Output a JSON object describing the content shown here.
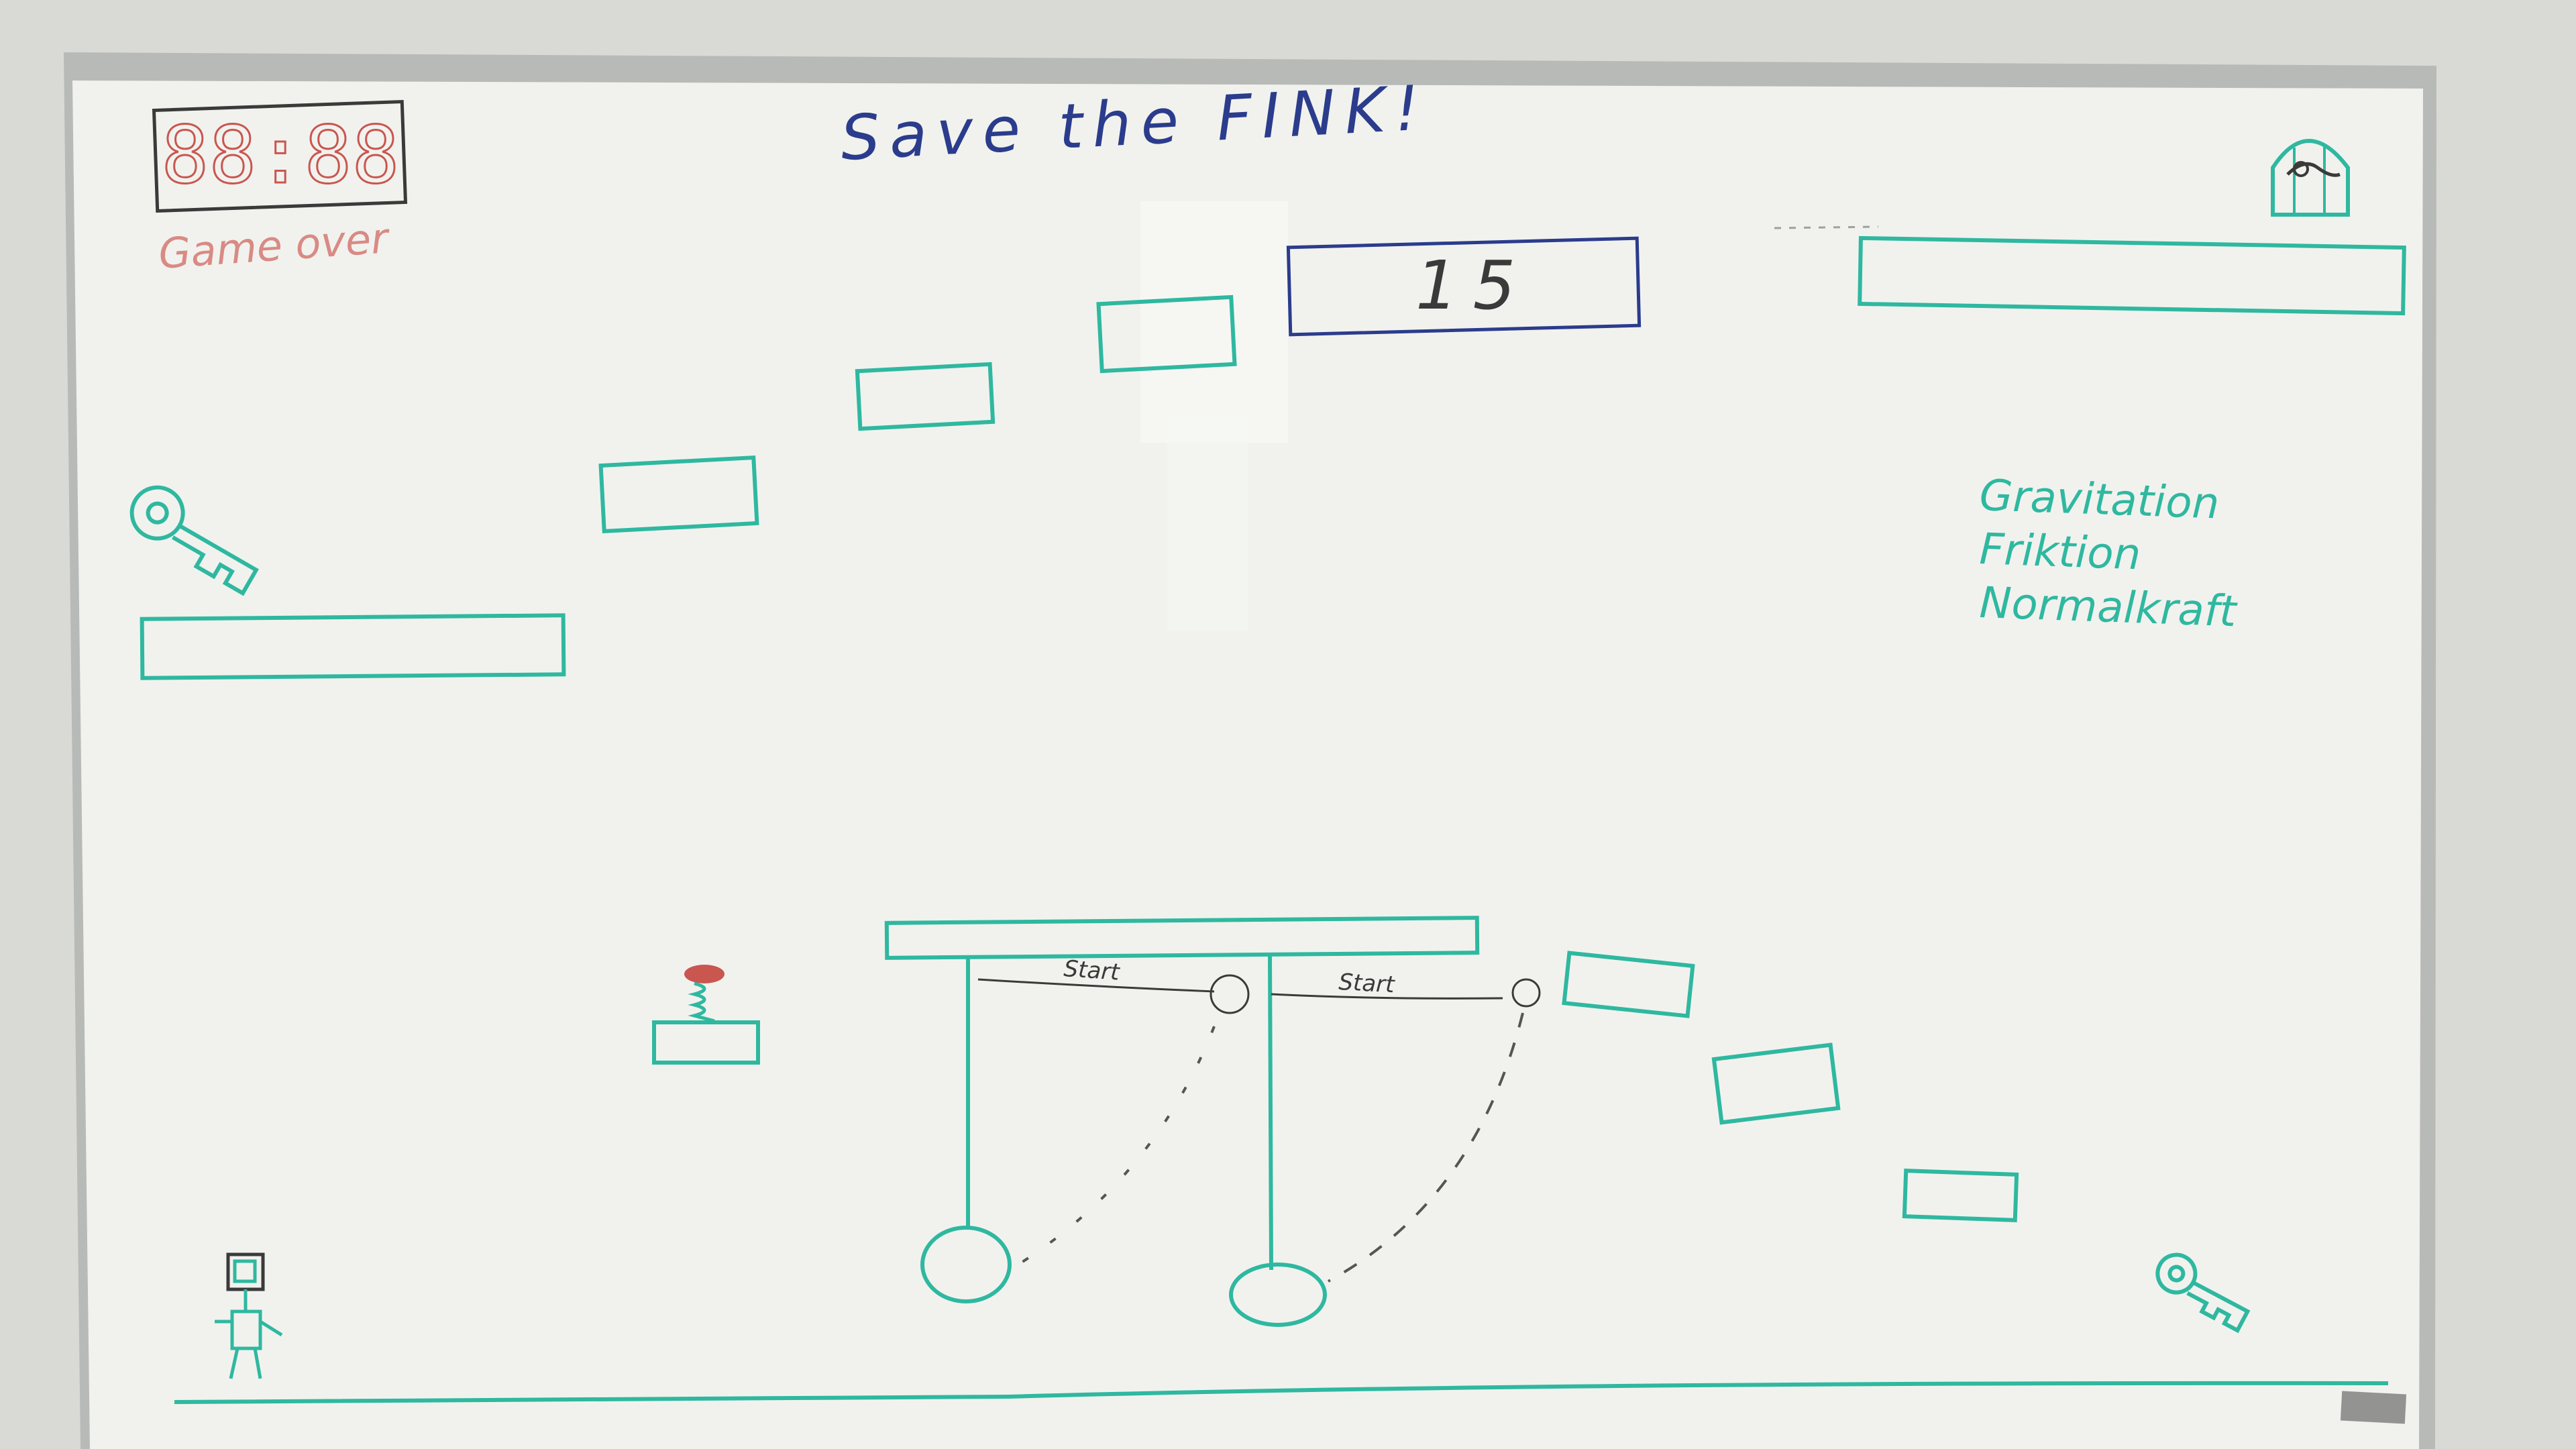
{
  "scene": {
    "description_type": "whiteboard-sketch",
    "title": "Save the FINK!",
    "timer": "88:88",
    "game_over": "Game over",
    "score": "15",
    "physics_notes": [
      "Gravitation",
      "Friktion",
      "Normalkraft"
    ],
    "pendulum_labels": [
      "Start",
      "Start"
    ]
  },
  "colors": {
    "wall": "#dcddd8",
    "board": "#f2f3ef",
    "frame": "#b8bab7",
    "teal": "#2fb8a0",
    "navy": "#2b3c8c",
    "red": "#c9564f",
    "dark": "#3a3a3a"
  }
}
